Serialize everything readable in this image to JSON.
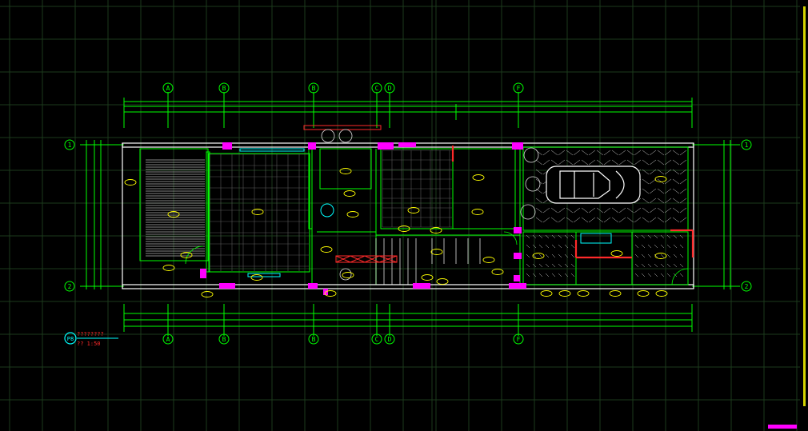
{
  "drawing": {
    "background": "#000000",
    "colors": {
      "grid": "#1c3a1c",
      "dim": "#00ff00",
      "wall": "#ffffff",
      "hatch": "#e8e8e8",
      "tag": "#ffff00",
      "column": "#ff00ff",
      "red": "#ff2a2a",
      "cyan": "#00ffff",
      "blue": "#3060ff",
      "scrollbar": "#d4d400"
    },
    "axis_labels_top": [
      "A",
      "B",
      "B",
      "C",
      "D",
      "F"
    ],
    "axis_labels_bottom": [
      "A",
      "B",
      "B",
      "C",
      "D",
      "F"
    ],
    "axis_labels_side": [
      "1",
      "2"
    ],
    "title_block": {
      "badge": "P8",
      "title": "????????",
      "scale": "?? 1:50"
    },
    "icons": [
      "car-icon",
      "dimension-icon",
      "tree-icon"
    ]
  }
}
